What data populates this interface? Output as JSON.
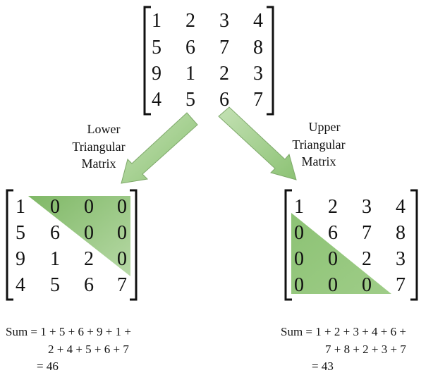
{
  "matrix": {
    "original": [
      [
        "1",
        "2",
        "3",
        "4"
      ],
      [
        "5",
        "6",
        "7",
        "8"
      ],
      [
        "9",
        "1",
        "2",
        "3"
      ],
      [
        "4",
        "5",
        "6",
        "7"
      ]
    ],
    "lower": [
      [
        "1",
        "0",
        "0",
        "0"
      ],
      [
        "5",
        "6",
        "0",
        "0"
      ],
      [
        "9",
        "1",
        "2",
        "0"
      ],
      [
        "4",
        "5",
        "6",
        "7"
      ]
    ],
    "upper": [
      [
        "1",
        "2",
        "3",
        "4"
      ],
      [
        "0",
        "6",
        "7",
        "8"
      ],
      [
        "0",
        "0",
        "2",
        "3"
      ],
      [
        "0",
        "0",
        "0",
        "7"
      ]
    ]
  },
  "labels": {
    "lower": [
      "Lower",
      "Triangular",
      "Matrix"
    ],
    "upper": [
      "Upper",
      "Triangular",
      "Matrix"
    ]
  },
  "sums": {
    "lower": [
      "Sum = 1 + 5 + 6 + 9 + 1 +",
      "2 + 4 + 5 + 6 + 7",
      "= 46"
    ],
    "upper": [
      "Sum = 1 + 2 + 3 + 4 + 6 +",
      "7 + 8 + 2 + 3 + 7",
      "= 43"
    ]
  },
  "colors": {
    "triangle_fill": "#8fc27a",
    "arrow_fill": "#a9d18e",
    "arrow_stroke": "#7ea96a",
    "bracket": "#111111"
  }
}
